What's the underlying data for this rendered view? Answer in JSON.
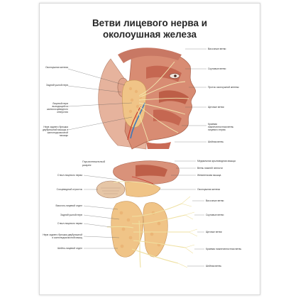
{
  "poster": {
    "title_line1": "Ветви лицевого нерва и",
    "title_line2": "околоушная железа",
    "section_label": "Горизонтальный разрез",
    "colors": {
      "muscle": "#c96a55",
      "gland": "#f0c487",
      "nerve": "#f3e7b0",
      "skin": "#e8b49a",
      "vessel": "#3f78b8"
    }
  },
  "top_labels_left": [
    "Околоушная железа",
    "Задний ушной нерв",
    "Лицевой нерв выходящий из шилососцевидного отверстия",
    "Нерв заднего брюшка двубрюшной мышцы и шилоподъязычной мышцы"
  ],
  "top_labels_right": [
    "Височные ветви",
    "Скуловые ветви",
    "Проток околоушной железы",
    "Щечные ветви",
    "Краевая нижнечелюстная ветвь лицевого нерва",
    "Шейная ветвь"
  ],
  "mid_labels_left": [
    "Ствол лицевого нерва",
    "Сосцевидный отросток"
  ],
  "mid_labels_right": [
    "Медиальная крыловидная мышца",
    "Ветвь нижней челюсти",
    "Жевательная мышца",
    "Околоушная железа"
  ],
  "bottom_labels_left": [
    "Височно-лицевой отдел",
    "Задний ушной нерв",
    "Ствол лицевого нерва",
    "Нерв заднего брюшка двубрюшной и шилоподъязычной мышц",
    "Шейно-лицевой отдел"
  ],
  "bottom_labels_right": [
    "Височные ветви",
    "Скуловые ветви",
    "Щечные ветви",
    "Краевая нижнечелюстная ветвь",
    "Шейная ветвь"
  ]
}
